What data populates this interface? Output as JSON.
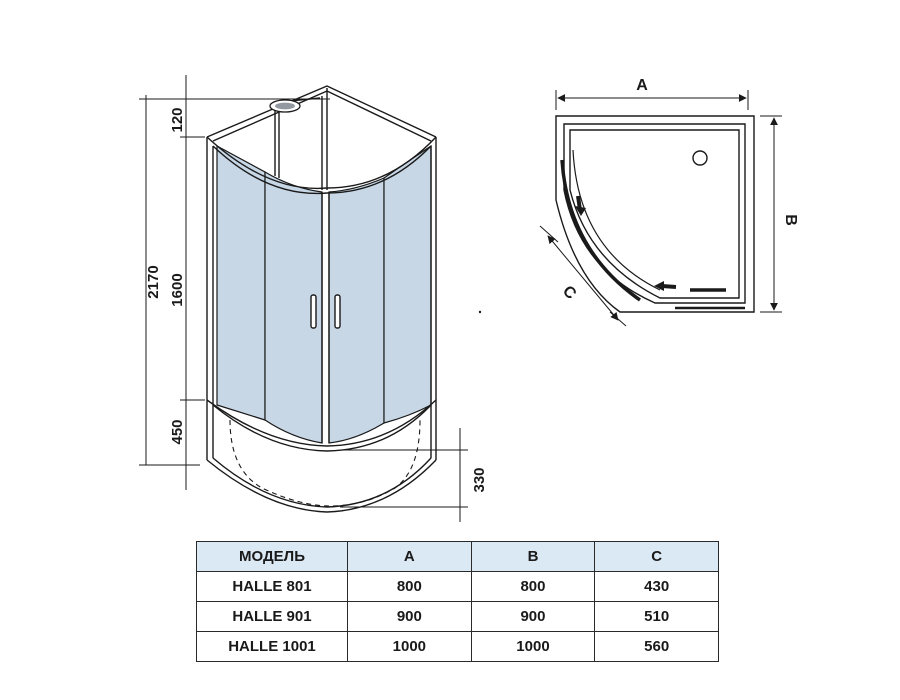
{
  "front_view": {
    "dimensions": {
      "total_height": "2170",
      "top_section": "120",
      "glass_height": "1600",
      "base_height": "450",
      "tray_depth": "330"
    }
  },
  "plan_view": {
    "labels": {
      "width": "A",
      "depth": "B",
      "door": "C"
    }
  },
  "spec_table": {
    "headers": [
      "МОДЕЛЬ",
      "A",
      "B",
      "C"
    ],
    "rows": [
      [
        "HALLE 801",
        "800",
        "800",
        "430"
      ],
      [
        "HALLE 901",
        "900",
        "900",
        "510"
      ],
      [
        "HALLE 1001",
        "1000",
        "1000",
        "560"
      ]
    ]
  },
  "colors": {
    "glass": "#c7d7e6",
    "header_fill": "#dbe9f5",
    "line": "#1a1a1a"
  }
}
